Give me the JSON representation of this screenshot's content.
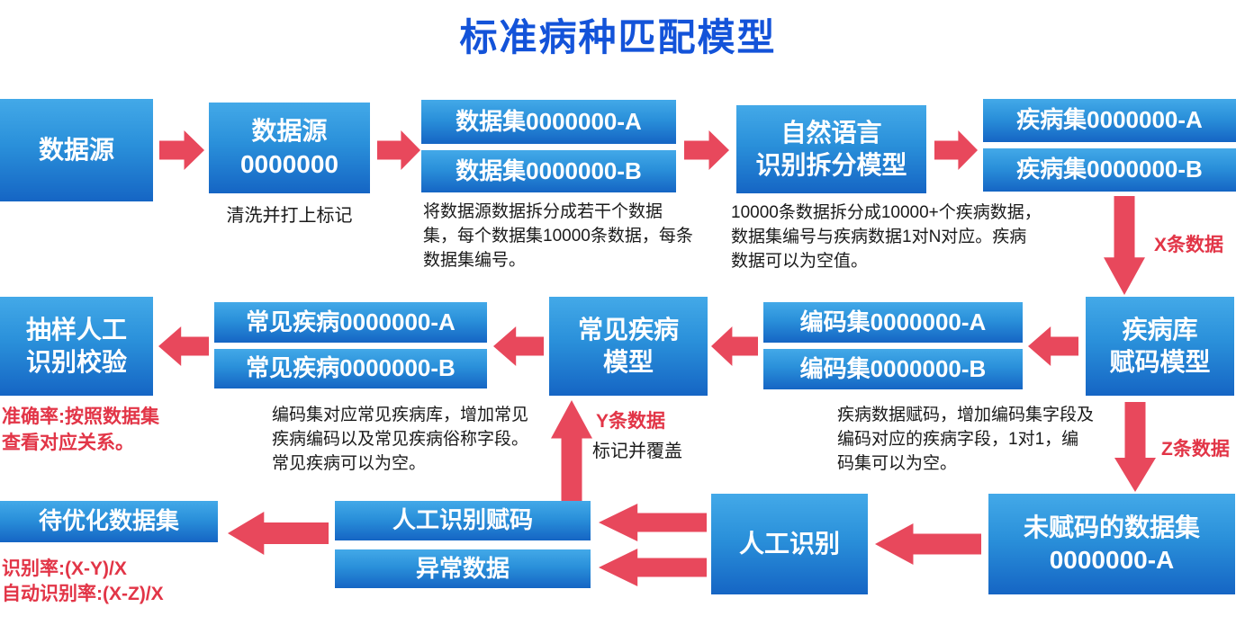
{
  "title": "标准病种匹配模型",
  "colors": {
    "node_blue_top": "#43a9e8",
    "node_blue_bottom": "#1565c4",
    "arrow_red": "#e8485c",
    "title_blue": "#1353d9",
    "annotation_red": "#e23547"
  },
  "row1": {
    "data_source": "数据源",
    "data_source_numbered": "数据源\n0000000",
    "clean_caption": "清洗并打上标记",
    "dataset_a": "数据集0000000-A",
    "dataset_b": "数据集0000000-B",
    "dataset_caption": "将数据源数据拆分成若干个数据集，每个数据集10000条数据，每条数据集编号。",
    "nlp_model": "自然语言\n识别拆分模型",
    "nlp_caption": "10000条数据拆分成10000+个疾病数据，数据集编号与疾病数据1对N对应。疾病数据可以为空值。",
    "disease_set_a": "疾病集0000000-A",
    "disease_set_b": "疾病集0000000-B"
  },
  "row2": {
    "coding_model": "疾病库\n赋码模型",
    "code_set_a": "编码集0000000-A",
    "code_set_b": "编码集0000000-B",
    "coding_caption": "疾病数据赋码，增加编码集字段及编码对应的疾病字段，1对1，编码集可以为空。",
    "common_disease_model": "常见疾病\n模型",
    "common_disease_a": "常见疾病0000000-A",
    "common_disease_b": "常见疾病0000000-B",
    "common_caption": "编码集对应常见疾病库，增加常见疾病编码以及常见疾病俗称字段。常见疾病可以为空。",
    "manual_check": "抽样人工\n识别校验",
    "accuracy_note": "准确率:按照数据集\n查看对应关系。"
  },
  "row3": {
    "unassigned_dataset": "未赋码的数据集\n0000000-A",
    "manual_recognition": "人工识别",
    "manual_coding": "人工识别赋码",
    "abnormal_data": "异常数据",
    "to_optimize": "待优化数据集",
    "recognition_rate": "识别率:(X-Y)/X",
    "auto_recognition_rate": "自动识别率:(X-Z)/X"
  },
  "edge_labels": {
    "x_data": "X条数据",
    "y_data": "Y条数据",
    "z_data": "Z条数据",
    "mark_overwrite": "标记并覆盖"
  }
}
